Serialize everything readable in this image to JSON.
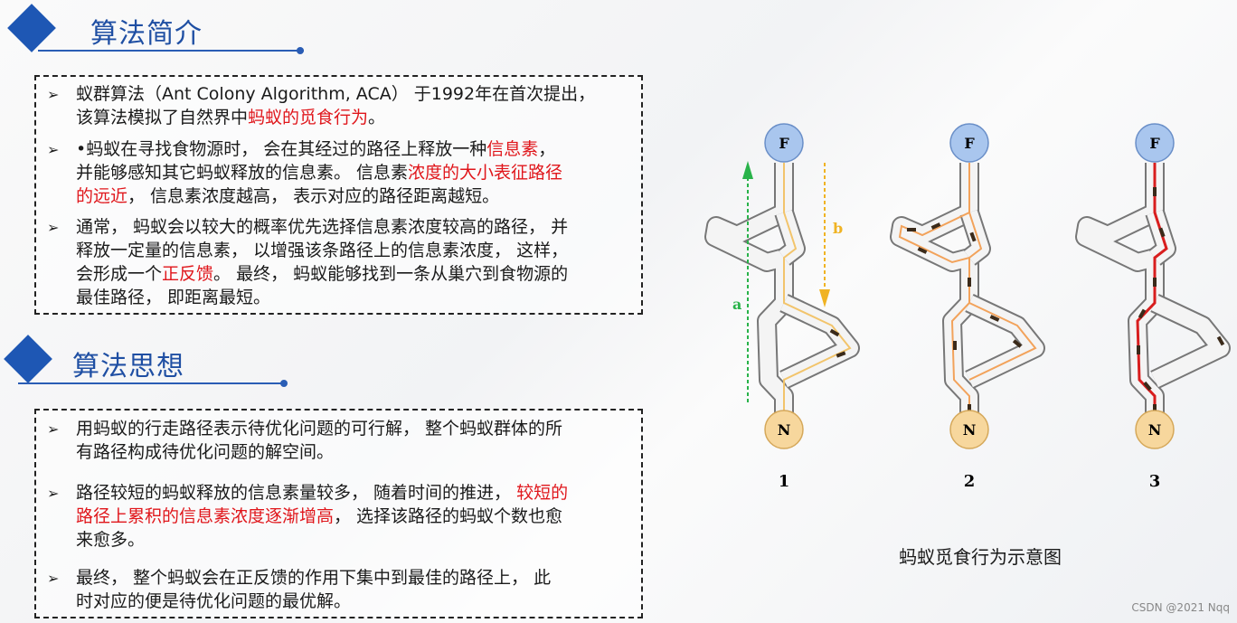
{
  "section1": {
    "title": "算法简介",
    "items": [
      {
        "parts": [
          "蚁群算法（Ant Colony Algorithm, ACA） 于1992年在首次提出，",
          "该算法模拟了自然界中",
          "蚂蚁的觅食行为",
          "。"
        ]
      },
      {
        "parts": [
          "•蚂蚁在寻找食物源时， 会在其经过的路径上释放一种",
          "信息素",
          "，",
          "并能够感知其它蚂蚁释放的信息素。 信息素",
          "浓度的大小表征路径",
          "的远近",
          "， 信息素浓度越高， 表示对应的路径距离越短。"
        ]
      },
      {
        "parts": [
          "通常， 蚂蚁会以较大的概率优先选择信息素浓度较高的路径， 并",
          "释放一定量的信息素， 以增强该条路径上的信息素浓度， 这样，",
          "会形成一个",
          "正反馈",
          "。 最终， 蚂蚁能够找到一条从巢穴到食物源的",
          "最佳路径， 即距离最短。"
        ]
      }
    ]
  },
  "section2": {
    "title": "算法思想",
    "items": [
      {
        "parts": [
          "用蚂蚁的行走路径表示待优化问题的可行解， 整个蚂蚁群体的所",
          "有路径构成待优化问题的解空间。"
        ]
      },
      {
        "parts": [
          "路径较短的蚂蚁释放的信息素量较多， 随着时间的推进， ",
          "较短的",
          "路径上累积的信息素浓度逐渐增高",
          "， 选择该路径的蚂蚁个数也愈",
          "来愈多。"
        ]
      },
      {
        "parts": [
          " 最终， 整个蚂蚁会在正反馈的作用下集中到最佳的路径上， 此",
          "时对应的便是待优化问题的最优解。"
        ]
      }
    ]
  },
  "figure": {
    "node_food": "F",
    "node_nest": "N",
    "arrow_a": "a",
    "arrow_b": "b",
    "panels": [
      "1",
      "2",
      "3"
    ],
    "caption": "蚂蚁觅食行为示意图"
  },
  "colors": {
    "title_blue": "#1f4fa3",
    "highlight_red": "#e0161b",
    "node_food_fill": "#a9c6ee",
    "node_nest_fill": "#f7d79d"
  },
  "watermark": "CSDN @2021 Nqq"
}
